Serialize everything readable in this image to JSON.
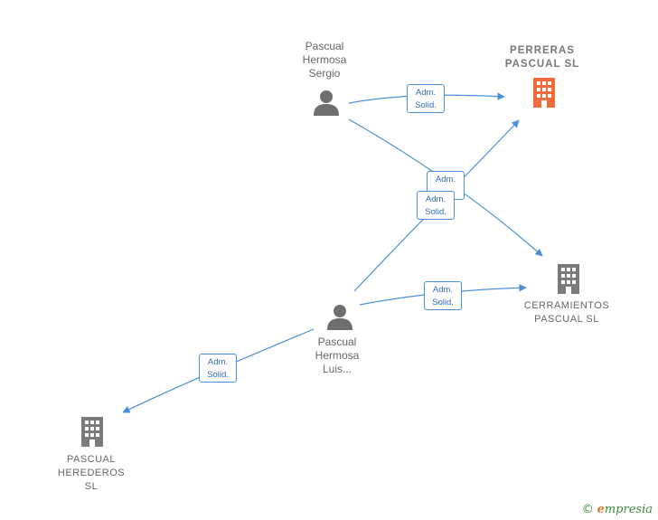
{
  "nodes": {
    "sergio": {
      "name": "Pascual\nHermosa\nSergio"
    },
    "luis": {
      "name": "Pascual\nHermosa\nLuis..."
    },
    "perreras": {
      "name": "PERRERAS\nPASCUAL SL"
    },
    "cerramientos": {
      "name": "CERRAMIENTOS\nPASCUAL SL"
    },
    "herederos": {
      "name": "PASCUAL\nHEREDEROS\nSL"
    }
  },
  "edges": [
    {
      "from": "sergio",
      "to": "perreras",
      "line1": "Adm.",
      "line2": "Solid."
    },
    {
      "from": "sergio",
      "to": "cerramientos",
      "line1": "Adm.",
      "line2": ""
    },
    {
      "from": "luis",
      "to": "perreras",
      "line1": "Adm.",
      "line2": "Solid."
    },
    {
      "from": "luis",
      "to": "cerramientos",
      "line1": "Adm.",
      "line2": "Solid."
    },
    {
      "from": "luis",
      "to": "herederos",
      "line1": "Adm.",
      "line2": "Solid."
    }
  ],
  "colors": {
    "edge": "#4a90d9",
    "main_company": "#f26b3a",
    "company": "#7a7a7a",
    "person": "#6e6e6e"
  },
  "footer": {
    "copyright": "©",
    "brand_e": "e",
    "brand_rest": "mpresia"
  }
}
